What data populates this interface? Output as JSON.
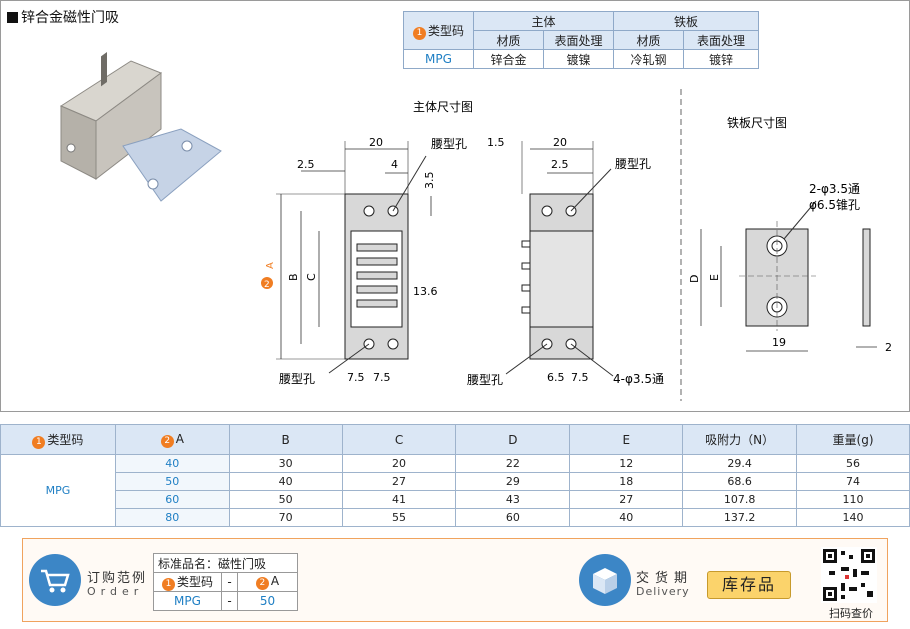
{
  "title": "锌合金磁性门吸",
  "spec_table": {
    "badge1": "1",
    "col_type": "类型码",
    "group_body": "主体",
    "group_plate": "铁板",
    "material": "材质",
    "surface": "表面处理",
    "row": {
      "type": "MPG",
      "body_material": "锌合金",
      "body_surface": "镀镍",
      "plate_material": "冷轧钢",
      "plate_surface": "镀锌"
    }
  },
  "drawing": {
    "main_title": "主体尺寸图",
    "plate_title": "铁板尺寸图",
    "slot_hole": "腰型孔",
    "dim_20": "20",
    "dim_25": "2.5",
    "dim_4": "4",
    "dim_35": "3.5",
    "dim_15": "1.5",
    "dim_136": "13.6",
    "dim_75": "7.5",
    "dim_65": "6.5",
    "hole_4": "4-φ3.5通",
    "hole_2": "2-φ3.5通",
    "csk": "φ6.5锥孔",
    "dim_19": "19",
    "dim_2": "2",
    "label_a": "A",
    "label_b": "B",
    "label_c": "C",
    "label_d": "D",
    "label_e": "E",
    "badge2": "2"
  },
  "data_table": {
    "headers": [
      "类型码",
      "A",
      "B",
      "C",
      "D",
      "E",
      "吸附力（N）",
      "重量(g)"
    ],
    "type": "MPG",
    "rows": [
      [
        "40",
        "30",
        "20",
        "22",
        "12",
        "29.4",
        "56"
      ],
      [
        "50",
        "40",
        "27",
        "29",
        "18",
        "68.6",
        "74"
      ],
      [
        "60",
        "50",
        "41",
        "43",
        "27",
        "107.8",
        "110"
      ],
      [
        "80",
        "70",
        "55",
        "60",
        "40",
        "137.2",
        "140"
      ]
    ]
  },
  "order": {
    "cn": "订购范例",
    "en": "Order",
    "std_label": "标准品名：磁性门吸",
    "type_label": "类型码",
    "dash": "-",
    "a_label": "A",
    "type_value": "MPG",
    "a_value": "50"
  },
  "delivery": {
    "cn": "交货期",
    "en": "Delivery",
    "stock": "库存品"
  },
  "qr_label": "扫码查价",
  "colors": {
    "accent_blue": "#1f7fc4",
    "badge_orange": "#f07d22",
    "header_bg": "#dbe7f5",
    "stock_yellow": "#fbd36b"
  }
}
